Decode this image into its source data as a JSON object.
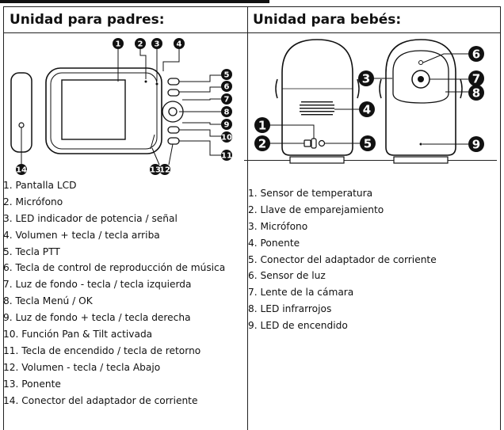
{
  "parent_unit": {
    "title": "Unidad para padres:",
    "items": [
      "1. Pantalla LCD",
      "2. Micrófono",
      "3. LED indicador de potencia / señal",
      "4. Volumen + tecla / tecla arriba",
      "5. Tecla PTT",
      "6. Tecla de control de reproducción de música",
      "7. Luz de fondo - tecla / tecla izquierda",
      "8. Tecla Menú / OK",
      "9. Luz de fondo + tecla / tecla derecha",
      "10. Función Pan & Tilt activada",
      "11. Tecla de encendido / tecla de retorno",
      "12. Volumen - tecla / tecla Abajo",
      "13. Ponente",
      "14. Conector del adaptador de corriente"
    ],
    "callouts": [
      "1",
      "2",
      "3",
      "4",
      "5",
      "6",
      "7",
      "8",
      "9",
      "10",
      "11",
      "12",
      "13",
      "14"
    ]
  },
  "baby_unit": {
    "title": "Unidad para bebés:",
    "items": [
      "1. Sensor de temperatura",
      "2. Llave de emparejamiento",
      "3. Micrófono",
      "4. Ponente",
      "5. Conector del adaptador de corriente",
      "6. Sensor de luz",
      "7. Lente de la cámara",
      "8. LED infrarrojos",
      "9. LED de encendido"
    ],
    "callouts": [
      "1",
      "2",
      "3",
      "4",
      "5",
      "6",
      "7",
      "8",
      "9"
    ]
  }
}
